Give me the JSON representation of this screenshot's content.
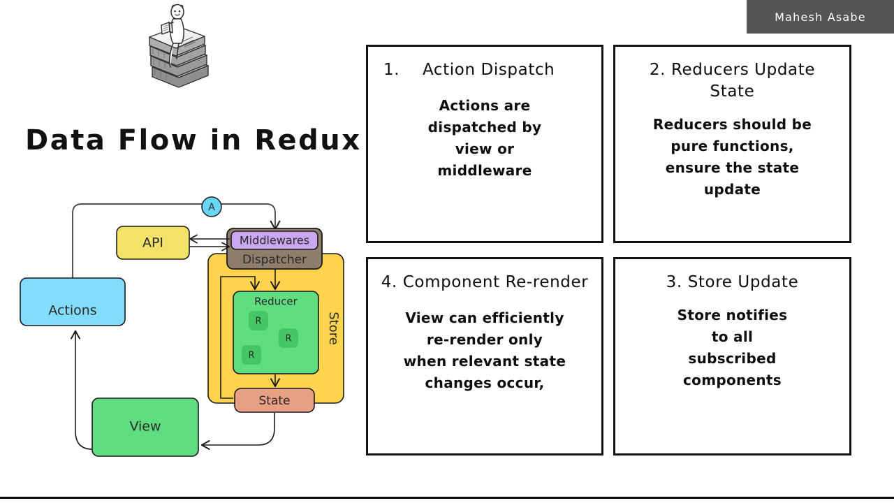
{
  "presenter": {
    "name": "Mahesh Asabe"
  },
  "slide": {
    "title": "Data Flow in Redux"
  },
  "illustration": {
    "alt": "person-reading-on-book-stack-illustration"
  },
  "diagram": {
    "title": "redux-data-flow",
    "nodes": {
      "action_badge": "A",
      "api": "API",
      "middlewares": "Middlewares",
      "dispatcher": "Dispatcher",
      "store": "Store",
      "reducer": "Reducer",
      "reducer_sub_1": "R",
      "reducer_sub_2": "R",
      "reducer_sub_3": "R",
      "state": "State",
      "actions": "Actions",
      "view": "View"
    },
    "colors": {
      "api": "#f2e26a",
      "middlewares": "#c9a8f0",
      "dispatcher": "#8d7d6b",
      "store": "#ffd34d",
      "reducer": "#5fdd80",
      "reducer_sub": "#46c765",
      "state": "#e89f83",
      "actions": "#82dcfb",
      "view": "#5fdd80",
      "action_badge": "#69d6f5",
      "stroke": "#1a1a1a"
    }
  },
  "cards": [
    {
      "id": "card-1",
      "number": "1.",
      "title": "Action Dispatch",
      "body": "Actions are\ndispatched by\nview or\nmiddleware"
    },
    {
      "id": "card-2",
      "number": "2.",
      "title": "2. Reducers Update State",
      "body": "Reducers should be\npure functions,\nensure the state\nupdate"
    },
    {
      "id": "card-3",
      "number": "3.",
      "title": "3. Store Update",
      "body": "Store notifies\nto all\nsubscribed\ncomponents"
    },
    {
      "id": "card-4",
      "number": "4.",
      "title": "4. Component Re-render",
      "body": "View can efficiently\nre-render only\nwhen relevant state\nchanges occur,"
    }
  ]
}
